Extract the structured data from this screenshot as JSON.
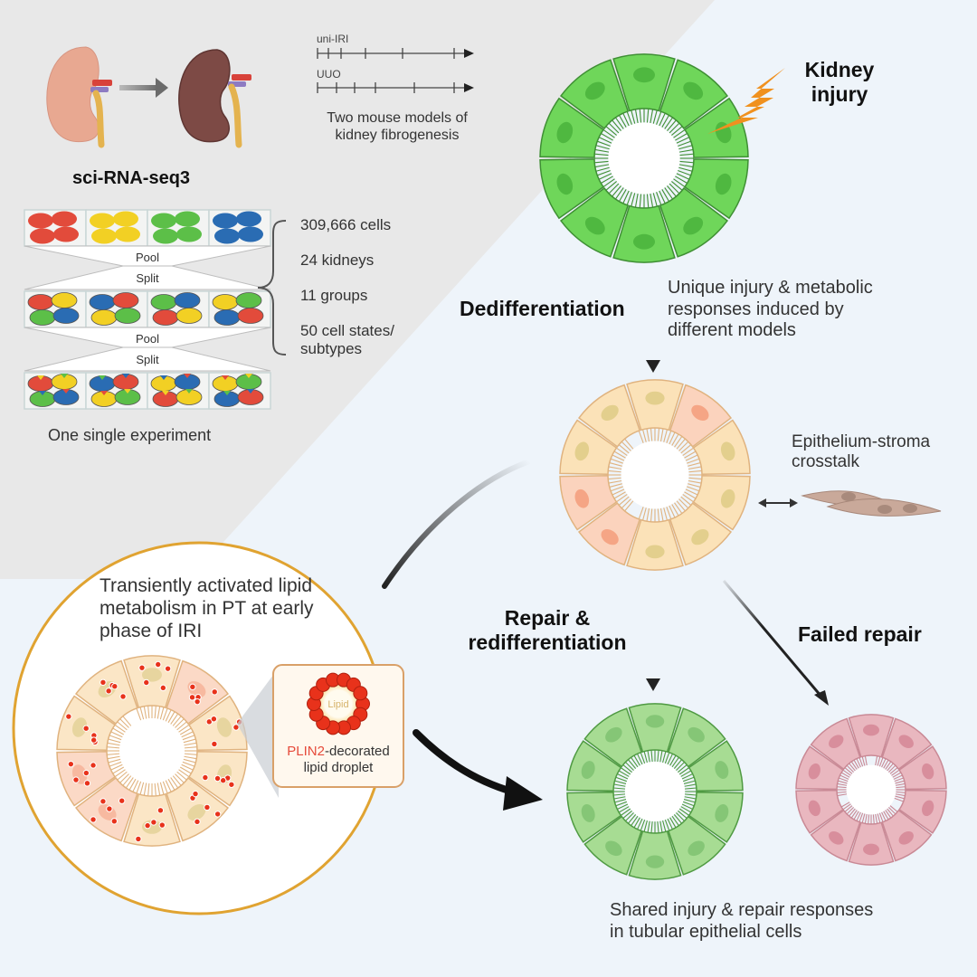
{
  "figure": {
    "type": "graphical-abstract",
    "colors": {
      "background_left": "#e8e8e8",
      "background_right": "#eef4fa",
      "healthy_cell": "#6fd65a",
      "healthy_cell_border": "#3f8f34",
      "injured_cell": "#fbe2b8",
      "injured_cell_border": "#e0b37f",
      "repaired_cell": "#a7dc93",
      "failed_cell": "#e9b7bf",
      "lightning": "#f0911f",
      "lipid_droplet": "#e8321b",
      "plin2_text": "#e64b3b",
      "inset_circle_border": "#e0a331",
      "arrow": "#222222"
    }
  },
  "top_left": {
    "kidney_arrow_label": "",
    "timeline": {
      "models": [
        {
          "name": "uni-IRI",
          "ticks": 6
        },
        {
          "name": "UUO",
          "ticks": 6
        }
      ],
      "caption_line1": "Two mouse models of",
      "caption_line2": "kidney fibrogenesis"
    }
  },
  "method": {
    "title": "sci-RNA-seq3",
    "pool_label": "Pool",
    "split_label": "Split",
    "caption": "One single experiment",
    "well_colors": [
      "#e24b3b",
      "#f2d024",
      "#5cbf48",
      "#2a6cb3"
    ],
    "stats": [
      {
        "line1": "309,666 cells"
      },
      {
        "line1": "24 kidneys"
      },
      {
        "line1": "11 groups"
      },
      {
        "line1": "50 cell states/",
        "line2": "subtypes"
      }
    ]
  },
  "process": {
    "injury_label_line1": "Kidney",
    "injury_label_line2": "injury",
    "dediff_label": "Dedifferentiation",
    "dediff_desc_line1": "Unique injury & metabolic",
    "dediff_desc_line2": "responses induced by",
    "dediff_desc_line3": "different models",
    "crosstalk_line1": "Epithelium-stroma",
    "crosstalk_line2": "crosstalk",
    "repair_label_line1": "Repair &",
    "repair_label_line2": "redifferentiation",
    "failed_label": "Failed repair",
    "shared_line1": "Shared injury & repair responses",
    "shared_line2": "in tubular epithelial cells"
  },
  "inset": {
    "title_line1": "Transiently activated lipid",
    "title_line2": "metabolism in PT at early",
    "title_line3": "phase of IRI",
    "droplet_core_label": "Lipid",
    "droplet_protein": "PLIN2",
    "droplet_caption_rest": "-decorated",
    "droplet_caption_line2": "lipid droplet"
  }
}
